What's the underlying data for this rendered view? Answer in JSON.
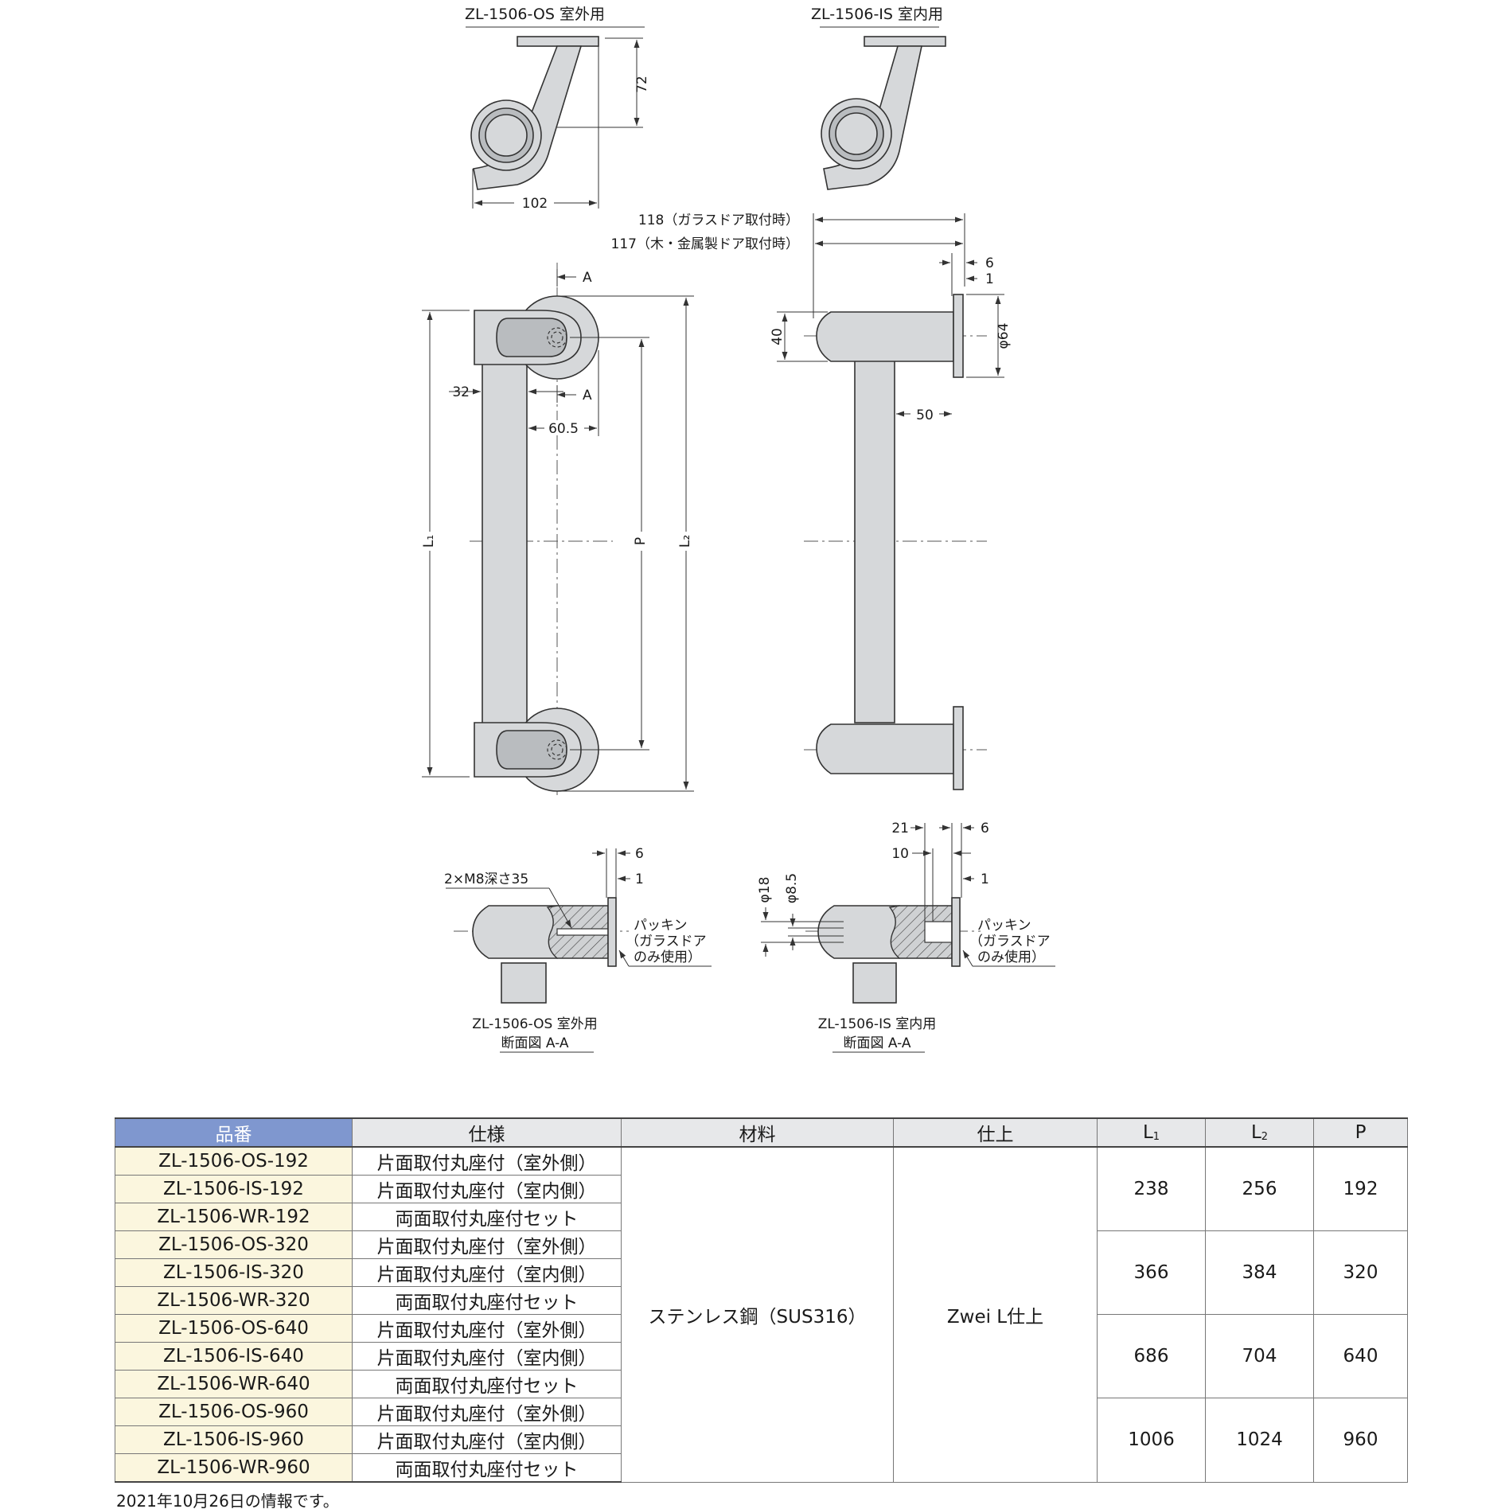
{
  "drawing": {
    "views": {
      "os_top_title": "ZL-1506-OS 室外用",
      "is_top_title": "ZL-1506-IS 室内用",
      "section_os_title": "ZL-1506-OS 室外用",
      "section_os_sub": "断面図 A-A",
      "section_is_title": "ZL-1506-IS 室内用",
      "section_is_sub": "断面図 A-A"
    },
    "dims": {
      "h72": "72",
      "w102": "102",
      "depth_glass": "118（ガラスドア取付時）",
      "depth_wood": "117（木・金属製ドア取付時）",
      "t6": "6",
      "t1": "1",
      "h40": "40",
      "phi64": "φ64",
      "w50": "50",
      "w32": "32",
      "w60_5": "60.5",
      "section_a": "A",
      "L1": "L₁",
      "P": "P",
      "L2": "L₂",
      "tap": "2×M8深さ35",
      "d21": "21",
      "d10": "10",
      "phi18": "φ18",
      "phi8_5": "φ8.5",
      "packing_1": "パッキン",
      "packing_2": "（ガラスドア",
      "packing_3": "のみ使用）"
    }
  },
  "table": {
    "headers": {
      "part_no": "品番",
      "spec": "仕様",
      "material": "材料",
      "finish": "仕上",
      "l1": "L",
      "l1_sub": "1",
      "l2": "L",
      "l2_sub": "2",
      "p": "P"
    },
    "rows": [
      {
        "part_no": "ZL-1506-OS-192",
        "spec": "片面取付丸座付（室外側）"
      },
      {
        "part_no": "ZL-1506-IS-192",
        "spec": "片面取付丸座付（室内側）"
      },
      {
        "part_no": "ZL-1506-WR-192",
        "spec": "両面取付丸座付セット"
      },
      {
        "part_no": "ZL-1506-OS-320",
        "spec": "片面取付丸座付（室外側）"
      },
      {
        "part_no": "ZL-1506-IS-320",
        "spec": "片面取付丸座付（室内側）"
      },
      {
        "part_no": "ZL-1506-WR-320",
        "spec": "両面取付丸座付セット"
      },
      {
        "part_no": "ZL-1506-OS-640",
        "spec": "片面取付丸座付（室外側）"
      },
      {
        "part_no": "ZL-1506-IS-640",
        "spec": "片面取付丸座付（室内側）"
      },
      {
        "part_no": "ZL-1506-WR-640",
        "spec": "両面取付丸座付セット"
      },
      {
        "part_no": "ZL-1506-OS-960",
        "spec": "片面取付丸座付（室外側）"
      },
      {
        "part_no": "ZL-1506-IS-960",
        "spec": "片面取付丸座付（室内側）"
      },
      {
        "part_no": "ZL-1506-WR-960",
        "spec": "両面取付丸座付セット"
      }
    ],
    "material": "ステンレス鋼（SUS316）",
    "finish": "Zwei L仕上",
    "groups": [
      {
        "l1": "238",
        "l2": "256",
        "p": "192"
      },
      {
        "l1": "366",
        "l2": "384",
        "p": "320"
      },
      {
        "l1": "686",
        "l2": "704",
        "p": "640"
      },
      {
        "l1": "1006",
        "l2": "1024",
        "p": "960"
      }
    ]
  },
  "footnote": "2021年10月26日の情報です。"
}
